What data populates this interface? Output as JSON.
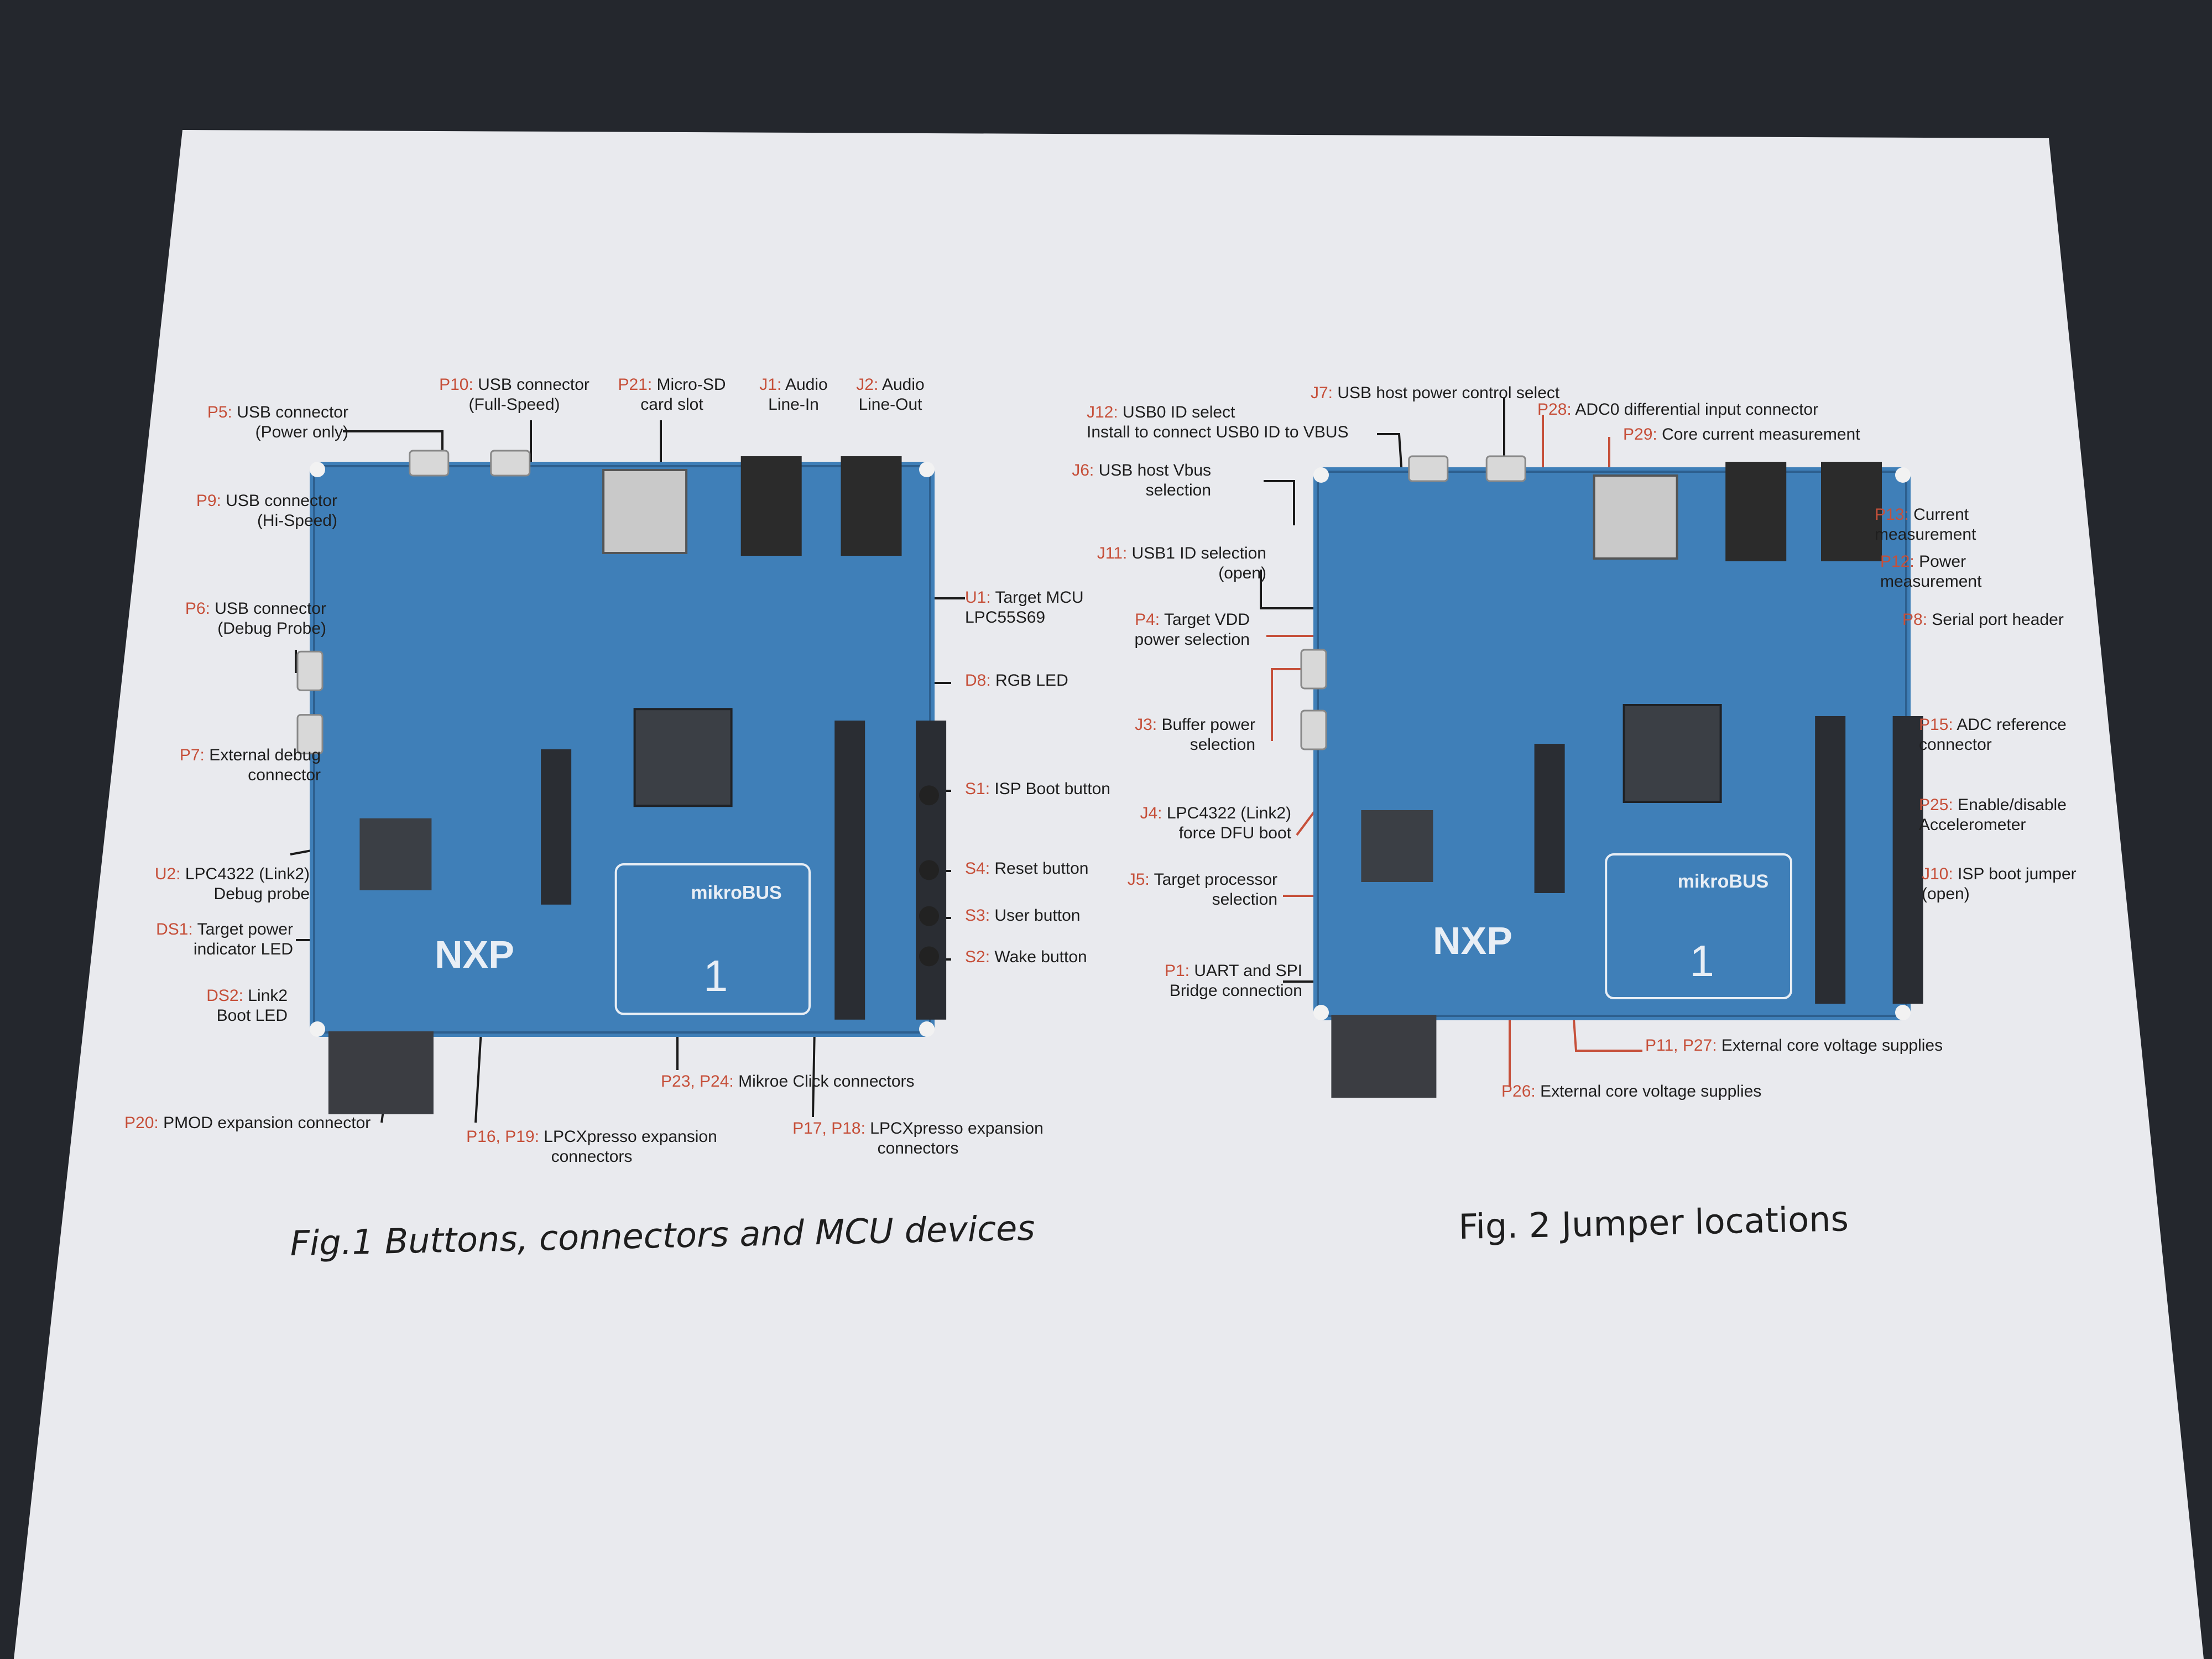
{
  "colors": {
    "background": "#24272d",
    "paper": "#e9eaee",
    "board": "#3f7fb8",
    "board_dark": "#2d5f8e",
    "label_black": "#1e1e1e",
    "label_red": "#c6503a",
    "leader_black": "#1a1a1a",
    "leader_red": "#c6503a"
  },
  "board_markings": {
    "logo": "NXP",
    "mikrobus": "mikroBUS",
    "slot_number": "1"
  },
  "fig1": {
    "caption": "Fig.1 Buttons, connectors and MCU devices",
    "labels": [
      {
        "id": "p5",
        "ref": "P5:",
        "lines": [
          "USB connector",
          "(Power only)"
        ]
      },
      {
        "id": "p10",
        "ref": "P10:",
        "lines": [
          "USB connector",
          "(Full-Speed)"
        ]
      },
      {
        "id": "p21",
        "ref": "P21:",
        "lines": [
          "Micro-SD",
          "card slot"
        ]
      },
      {
        "id": "j1",
        "ref": "J1:",
        "lines": [
          "Audio",
          "Line-In"
        ]
      },
      {
        "id": "j2",
        "ref": "J2:",
        "lines": [
          "Audio",
          "Line-Out"
        ]
      },
      {
        "id": "p9",
        "ref": "P9:",
        "lines": [
          "USB connector",
          "(Hi-Speed)"
        ]
      },
      {
        "id": "p6",
        "ref": "P6:",
        "lines": [
          "USB connector",
          "(Debug Probe)"
        ]
      },
      {
        "id": "p7",
        "ref": "P7:",
        "lines": [
          "External debug",
          "connector"
        ]
      },
      {
        "id": "u2",
        "ref": "U2:",
        "lines": [
          "LPC4322 (Link2)",
          "Debug probe"
        ]
      },
      {
        "id": "ds1",
        "ref": "DS1:",
        "lines": [
          "Target power",
          "indicator LED"
        ]
      },
      {
        "id": "ds2",
        "ref": "DS2:",
        "lines": [
          "Link2",
          "Boot LED"
        ]
      },
      {
        "id": "p20",
        "ref": "P20:",
        "lines": [
          "PMOD expansion connector"
        ]
      },
      {
        "id": "p16",
        "ref": "P16, P19:",
        "lines": [
          "LPCXpresso expansion",
          "connectors"
        ]
      },
      {
        "id": "p23",
        "ref": "P23, P24:",
        "lines": [
          "Mikroe Click connectors"
        ]
      },
      {
        "id": "p17",
        "ref": "P17, P18:",
        "lines": [
          "LPCXpresso expansion",
          "connectors"
        ]
      },
      {
        "id": "u1",
        "ref": "U1:",
        "lines": [
          "Target MCU",
          "LPC55S69"
        ]
      },
      {
        "id": "d8",
        "ref": "D8:",
        "lines": [
          "RGB LED"
        ]
      },
      {
        "id": "s1",
        "ref": "S1:",
        "lines": [
          "ISP Boot button"
        ]
      },
      {
        "id": "s4",
        "ref": "S4:",
        "lines": [
          "Reset button"
        ]
      },
      {
        "id": "s3",
        "ref": "S3:",
        "lines": [
          "User button"
        ]
      },
      {
        "id": "s2",
        "ref": "S2:",
        "lines": [
          "Wake button"
        ]
      }
    ]
  },
  "fig2": {
    "caption": "Fig. 2 Jumper locations",
    "labels": [
      {
        "id": "j7",
        "ref": "J7:",
        "lines": [
          "USB host power control select"
        ]
      },
      {
        "id": "j12",
        "ref": "J12:",
        "lines": [
          "USB0 ID select",
          "Install to connect USB0 ID to VBUS"
        ]
      },
      {
        "id": "p28",
        "ref": "P28:",
        "lines": [
          "ADC0 differential input connector"
        ]
      },
      {
        "id": "p29",
        "ref": "P29:",
        "lines": [
          "Core current measurement"
        ]
      },
      {
        "id": "j6",
        "ref": "J6:",
        "lines": [
          "USB host Vbus",
          "selection"
        ]
      },
      {
        "id": "j11",
        "ref": "J11:",
        "lines": [
          "USB1 ID selection",
          "(open)"
        ]
      },
      {
        "id": "p4",
        "ref": "P4:",
        "lines": [
          "Target VDD",
          "power selection"
        ]
      },
      {
        "id": "j3",
        "ref": "J3:",
        "lines": [
          "Buffer power",
          "selection"
        ]
      },
      {
        "id": "j4",
        "ref": "J4:",
        "lines": [
          "LPC4322 (Link2)",
          "force DFU boot"
        ]
      },
      {
        "id": "j5",
        "ref": "J5:",
        "lines": [
          "Target processor",
          "selection"
        ]
      },
      {
        "id": "p1",
        "ref": "P1:",
        "lines": [
          "UART and SPI",
          "Bridge connection"
        ]
      },
      {
        "id": "p13",
        "ref": "P13:",
        "lines": [
          "Current",
          "measurement"
        ]
      },
      {
        "id": "p12",
        "ref": "P12:",
        "lines": [
          "Power",
          "measurement"
        ]
      },
      {
        "id": "p8",
        "ref": "P8:",
        "lines": [
          "Serial port header"
        ]
      },
      {
        "id": "p15",
        "ref": "P15:",
        "lines": [
          "ADC reference",
          "connector"
        ]
      },
      {
        "id": "p25",
        "ref": "P25:",
        "lines": [
          "Enable/disable",
          "Accelerometer"
        ]
      },
      {
        "id": "j10",
        "ref": "J10:",
        "lines": [
          "ISP boot jumper",
          "(open)"
        ]
      },
      {
        "id": "p11",
        "ref": "P11, P27:",
        "lines": [
          "External core voltage supplies"
        ]
      },
      {
        "id": "p26",
        "ref": "P26:",
        "lines": [
          "External core voltage supplies"
        ]
      }
    ]
  }
}
